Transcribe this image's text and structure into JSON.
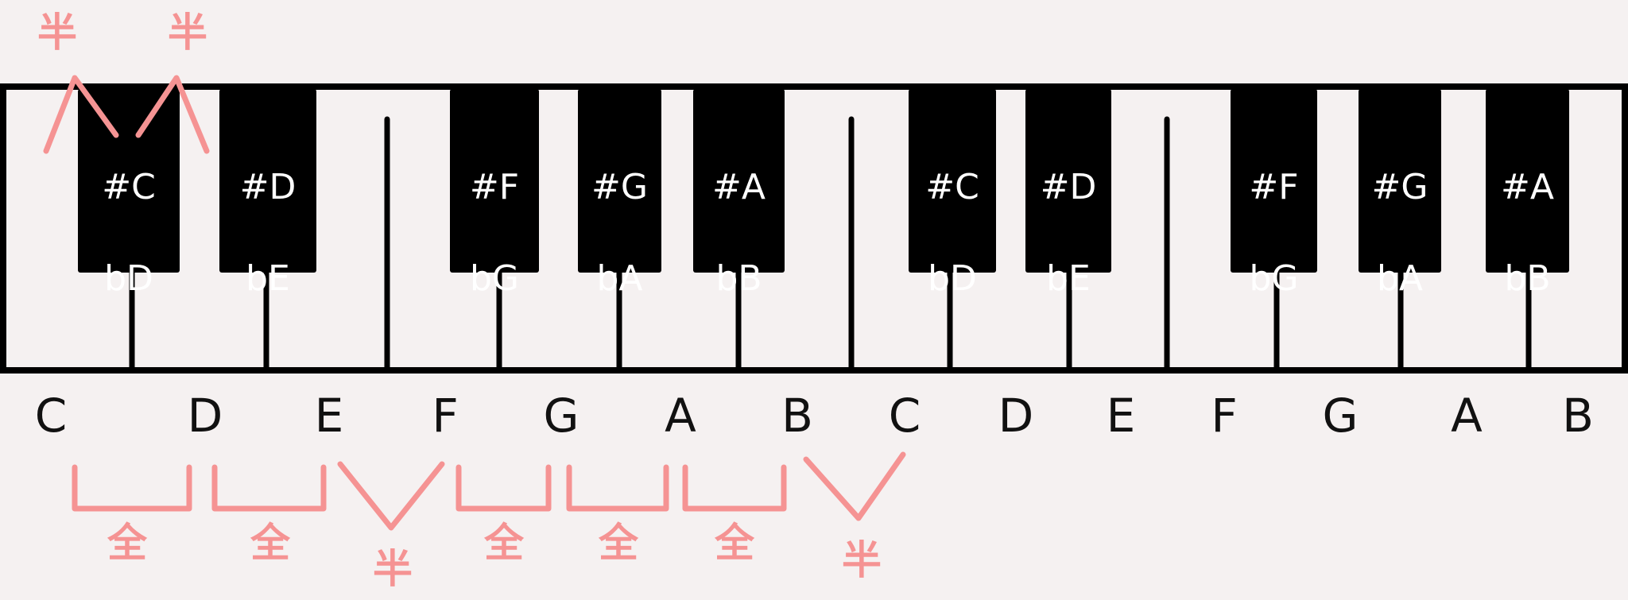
{
  "keyboard": {
    "octaves": [
      {
        "white_keys": [
          "C",
          "D",
          "E",
          "F",
          "G",
          "A",
          "B"
        ],
        "black_keys": [
          {
            "sharp": "#C",
            "flat": "bD"
          },
          {
            "sharp": "#D",
            "flat": "bE"
          },
          {
            "sharp": "#F",
            "flat": "bG"
          },
          {
            "sharp": "#G",
            "flat": "bA"
          },
          {
            "sharp": "#A",
            "flat": "bB"
          }
        ]
      },
      {
        "white_keys": [
          "C",
          "D",
          "E",
          "F",
          "G",
          "A",
          "B"
        ],
        "black_keys": [
          {
            "sharp": "#C",
            "flat": "bD"
          },
          {
            "sharp": "#D",
            "flat": "bE"
          },
          {
            "sharp": "#F",
            "flat": "bG"
          },
          {
            "sharp": "#G",
            "flat": "bA"
          },
          {
            "sharp": "#A",
            "flat": "bB"
          }
        ]
      }
    ]
  },
  "annotations": {
    "top_steps": [
      "半",
      "半"
    ],
    "bottom_steps": [
      "全",
      "全",
      "半",
      "全",
      "全",
      "全",
      "半"
    ]
  },
  "colors": {
    "background": "#f5f1f1",
    "key_black": "#000000",
    "annotation": "#f59393"
  }
}
